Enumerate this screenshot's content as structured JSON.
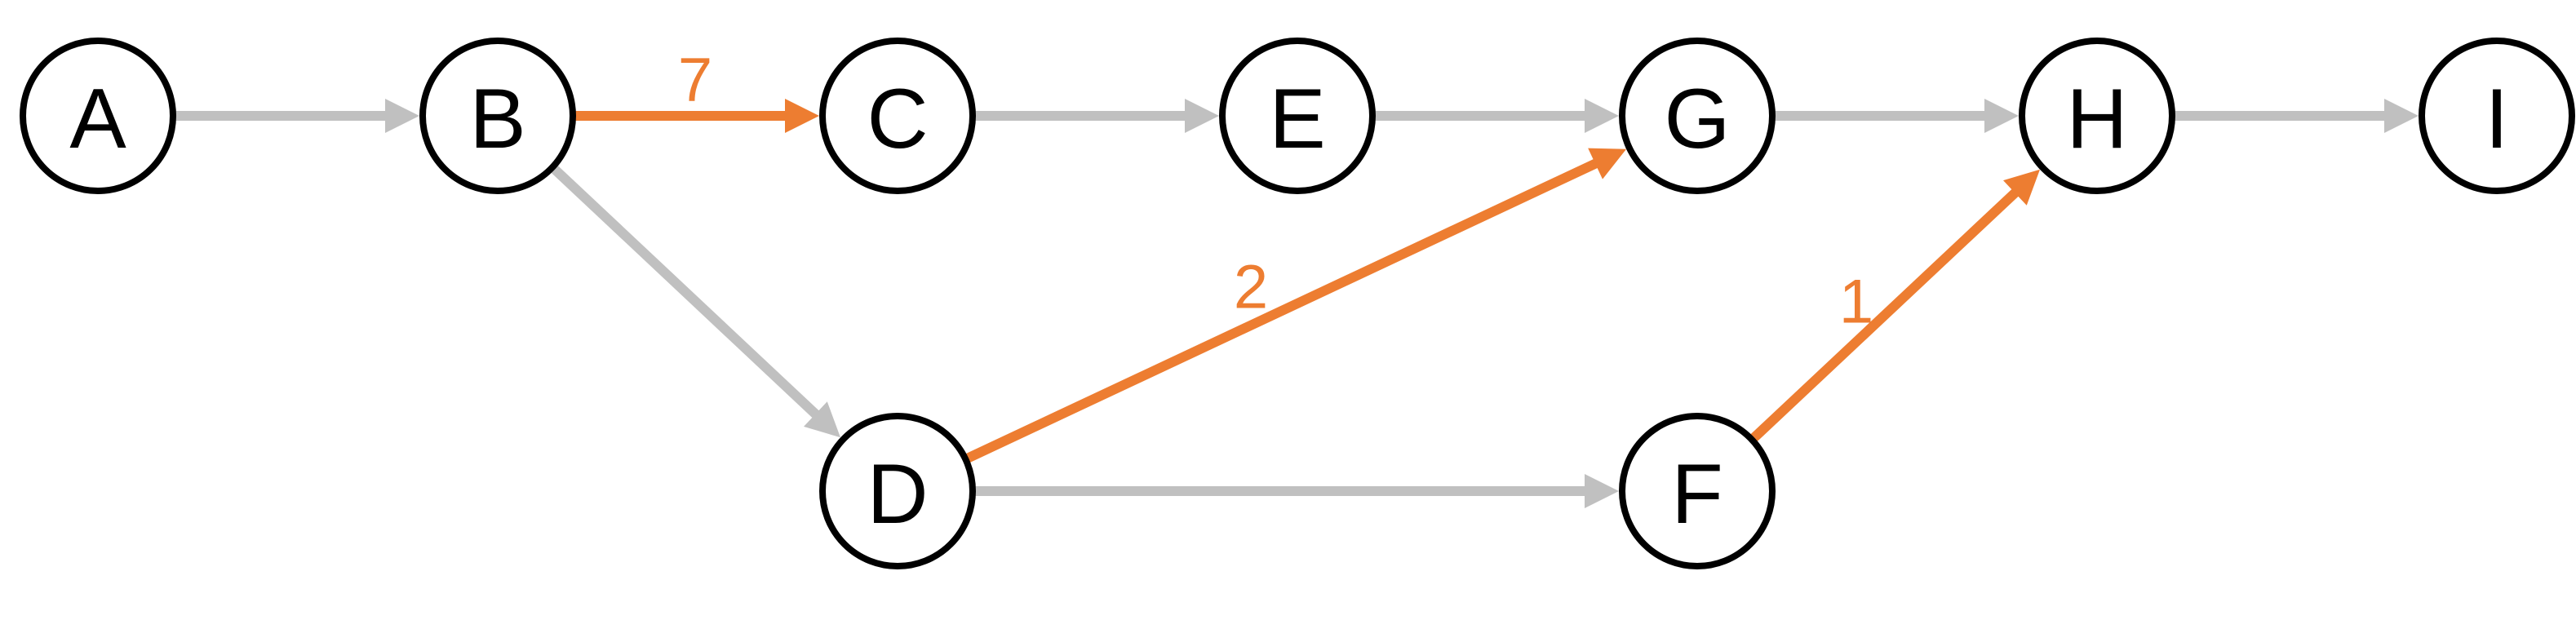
{
  "colors": {
    "edge_default": "#c0c0c0",
    "edge_highlight": "#ed7d31",
    "node_stroke": "#000000",
    "node_fill": "#ffffff",
    "label_highlight": "#ed7d31"
  },
  "nodes": [
    {
      "id": "A",
      "label": "A"
    },
    {
      "id": "B",
      "label": "B"
    },
    {
      "id": "C",
      "label": "C"
    },
    {
      "id": "E",
      "label": "E"
    },
    {
      "id": "G",
      "label": "G"
    },
    {
      "id": "H",
      "label": "H"
    },
    {
      "id": "I",
      "label": "I"
    },
    {
      "id": "D",
      "label": "D"
    },
    {
      "id": "F",
      "label": "F"
    }
  ],
  "edges": [
    {
      "from": "A",
      "to": "B",
      "highlight": false,
      "label": ""
    },
    {
      "from": "B",
      "to": "C",
      "highlight": true,
      "label": "7"
    },
    {
      "from": "C",
      "to": "E",
      "highlight": false,
      "label": ""
    },
    {
      "from": "E",
      "to": "G",
      "highlight": false,
      "label": ""
    },
    {
      "from": "G",
      "to": "H",
      "highlight": false,
      "label": ""
    },
    {
      "from": "H",
      "to": "I",
      "highlight": false,
      "label": ""
    },
    {
      "from": "B",
      "to": "D",
      "highlight": false,
      "label": ""
    },
    {
      "from": "D",
      "to": "G",
      "highlight": true,
      "label": "2"
    },
    {
      "from": "D",
      "to": "F",
      "highlight": false,
      "label": ""
    },
    {
      "from": "F",
      "to": "H",
      "highlight": true,
      "label": "1"
    }
  ]
}
